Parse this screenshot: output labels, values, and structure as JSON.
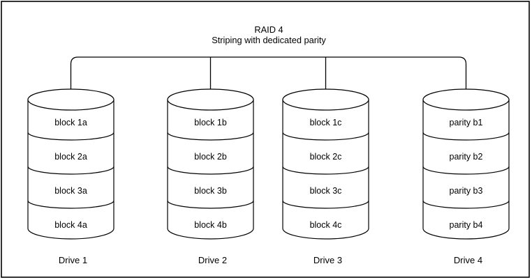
{
  "diagram": {
    "title_line1": "RAID 4",
    "title_line2": "Striping with dedicated parity"
  },
  "drives": [
    {
      "label": "Drive 1",
      "blocks": [
        "block 1a",
        "block 2a",
        "block 3a",
        "block 4a"
      ]
    },
    {
      "label": "Drive 2",
      "blocks": [
        "block 1b",
        "block 2b",
        "block 3b",
        "block 4b"
      ]
    },
    {
      "label": "Drive 3",
      "blocks": [
        "block 1c",
        "block 2c",
        "block 3c",
        "block 4c"
      ]
    },
    {
      "label": "Drive 4",
      "blocks": [
        "parity b1",
        "parity b2",
        "parity b3",
        "parity b4"
      ]
    }
  ],
  "colors": {
    "line": "#000000",
    "background": "#ffffff"
  }
}
